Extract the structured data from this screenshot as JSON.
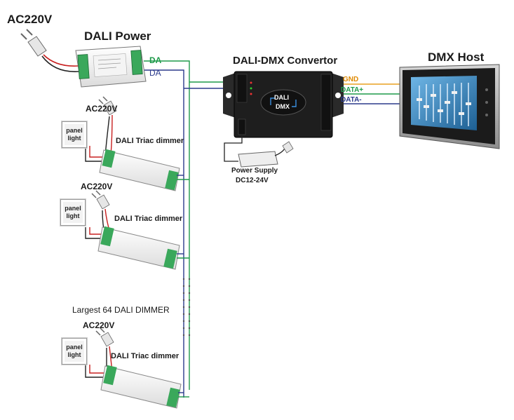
{
  "title_ac_main": "AC220V",
  "dali_power": {
    "title": "DALI Power",
    "wire_da_pos": "DA",
    "wire_da_neg": "DA"
  },
  "convertor": {
    "title": "DALI-DMX Convertor",
    "logo_top": "DALI",
    "logo_bottom": "DMX"
  },
  "dmx_host": {
    "title": "DMX Host"
  },
  "dmx_wires": {
    "gnd": "GND",
    "data_pos": "DATA+",
    "data_neg": "DATA-"
  },
  "power_supply": {
    "line1": "Power Supply",
    "line2": "DC12-24V"
  },
  "max_note": "Largest 64 DALI DIMMER",
  "dimmers": [
    {
      "ac_label": "AC220V",
      "panel_line1": "panel",
      "panel_line2": "light",
      "dimmer_label": "DALI Triac dimmer"
    },
    {
      "ac_label": "AC220V",
      "panel_line1": "panel",
      "panel_line2": "light",
      "dimmer_label": "DALI Triac dimmer"
    },
    {
      "ac_label": "AC220V",
      "panel_line1": "panel",
      "panel_line2": "light",
      "dimmer_label": "DALI Triac dimmer"
    }
  ],
  "colors": {
    "green_wire": "#1e9a4a",
    "blue_wire": "#2b3a8c",
    "orange_wire": "#e8a020",
    "label_orange": "#e08a00",
    "label_green": "#1e9a4a",
    "label_blue": "#2b3a8c"
  }
}
